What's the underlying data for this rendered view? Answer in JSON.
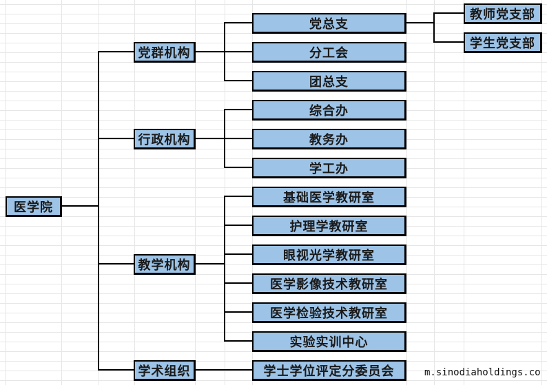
{
  "diagram": {
    "type": "org-chart",
    "root": {
      "label": "医学院",
      "children": [
        {
          "label": "党群机构",
          "children": [
            {
              "label": "党总支",
              "children": [
                {
                  "label": "教师党支部"
                },
                {
                  "label": "学生党支部"
                }
              ]
            },
            {
              "label": "分工会"
            },
            {
              "label": "团总支"
            }
          ]
        },
        {
          "label": "行政机构",
          "children": [
            {
              "label": "综合办"
            },
            {
              "label": "教务办"
            },
            {
              "label": "学工办"
            }
          ]
        },
        {
          "label": "教学机构",
          "children": [
            {
              "label": "基础医学教研室"
            },
            {
              "label": "护理学教研室"
            },
            {
              "label": "眼视光学教研室"
            },
            {
              "label": "医学影像技术教研室"
            },
            {
              "label": "医学检验技术教研室"
            },
            {
              "label": "实验实训中心"
            }
          ]
        },
        {
          "label": "学术组织",
          "children": [
            {
              "label": "学士学位评定分委员会"
            }
          ]
        }
      ]
    }
  },
  "colors": {
    "node_fill": "#9dc3e6",
    "node_border": "#000000",
    "connector": "#000000",
    "gridline": "#e6e6e6"
  },
  "watermark": "m.sinodiaholdings.co"
}
